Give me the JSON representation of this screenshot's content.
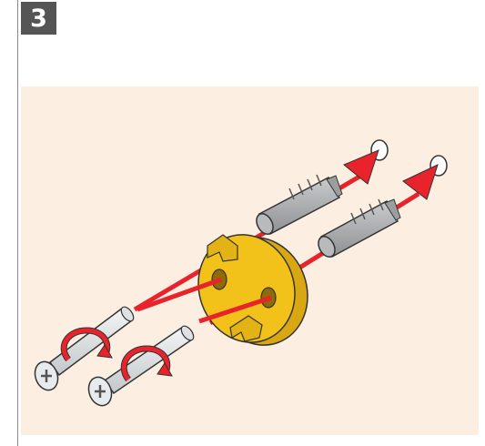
{
  "step": {
    "number": "3",
    "badge_color": "#555555"
  },
  "panel": {
    "background": "#fcefe2"
  },
  "illustration": {
    "parts": [
      "yellow-spacer-disc",
      "wall-plug",
      "wall-plug",
      "screw",
      "screw",
      "drill-hole",
      "drill-hole"
    ],
    "arrow_color": "#e8232b",
    "spacer_color": "#f2c21a",
    "plug_color": "#a8aaac",
    "screw_color": "#e3e6e8",
    "rotation_arrow_color": "#e8232b"
  }
}
